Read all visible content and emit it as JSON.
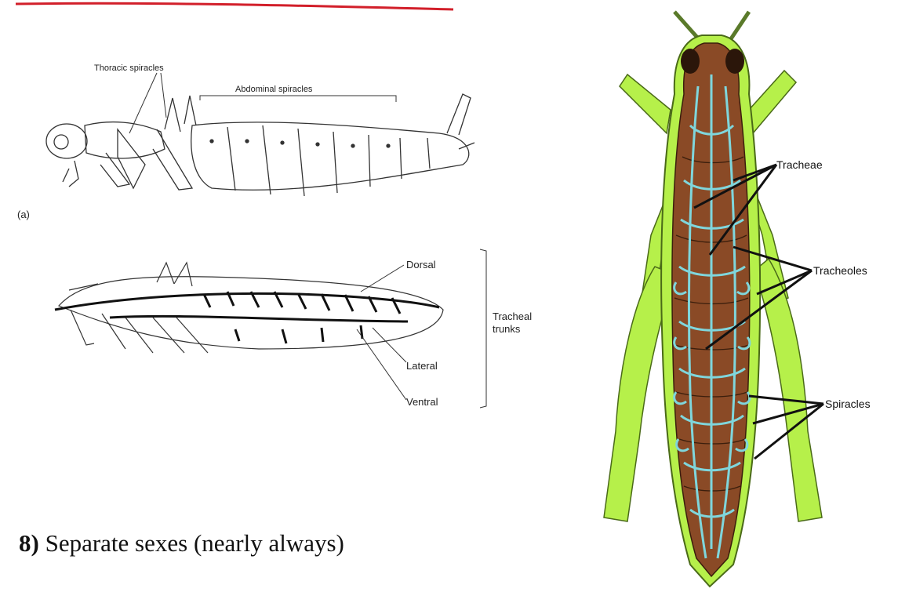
{
  "left_diagram": {
    "labels": {
      "thoracic_spiracles": "Thoracic spiracles",
      "abdominal_spiracles": "Abdominal spiracles",
      "panel_a": "(a)",
      "dorsal": "Dorsal",
      "lateral": "Lateral",
      "ventral": "Ventral",
      "tracheal_line1": "Tracheal",
      "tracheal_line2": "trunks"
    }
  },
  "right_diagram": {
    "labels": {
      "tracheae": "Tracheae",
      "tracheoles": "Tracheoles",
      "spiracles": "Spiracles"
    }
  },
  "caption": {
    "number": "8)",
    "text": " Separate sexes (nearly always)"
  },
  "colors": {
    "accent_line": "#d21f2a",
    "leg_green": "#b6f04a",
    "body_brown": "#8a4a26",
    "trachea_cyan": "#7fd6dc"
  }
}
